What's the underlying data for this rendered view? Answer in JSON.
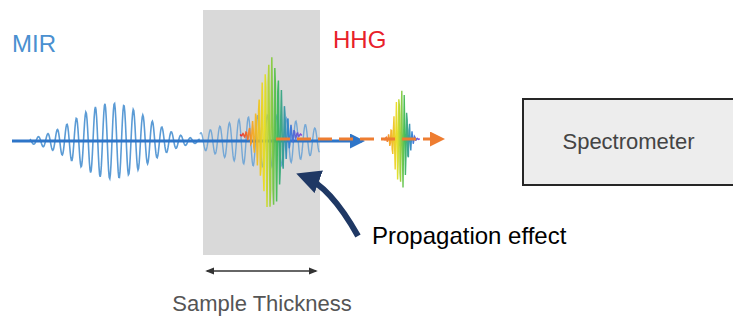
{
  "diagram": {
    "nodes": [
      {
        "text": [
          "Spectrometer"
        ]
      }
    ],
    "labels": [
      "MIR",
      "HHG",
      "Propagation effect",
      "Sample Thickness"
    ]
  }
}
